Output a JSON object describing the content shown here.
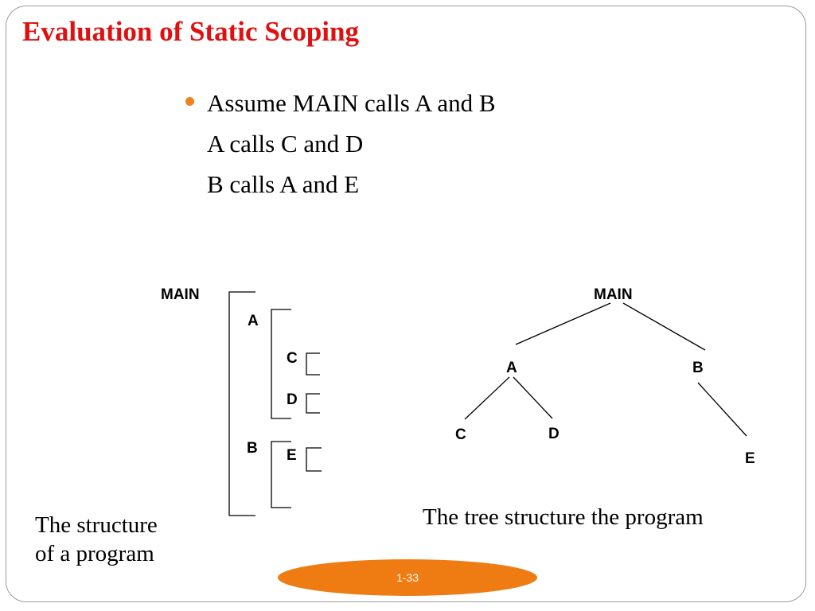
{
  "slide": {
    "title": "Evaluation of Static Scoping",
    "bullet": {
      "lines": [
        "Assume MAIN calls A and B",
        "A calls C and D",
        "B calls A and E"
      ]
    },
    "structure_diagram": {
      "labels": {
        "main": "MAIN",
        "a": "A",
        "c": "C",
        "d": "D",
        "b": "B",
        "e": "E"
      },
      "caption": [
        "The structure",
        "of a program"
      ]
    },
    "tree_diagram": {
      "labels": {
        "main": "MAIN",
        "a": "A",
        "b": "B",
        "c": "C",
        "d": "D",
        "e": "E"
      },
      "edges": [
        [
          "MAIN",
          "A"
        ],
        [
          "MAIN",
          "B"
        ],
        [
          "A",
          "C"
        ],
        [
          "A",
          "D"
        ],
        [
          "B",
          "E"
        ]
      ],
      "caption": "The tree structure the program"
    },
    "page_number": "1-33",
    "colors": {
      "title": "#e01010",
      "bullet": "#f08020",
      "page_oval": "#ee7c12"
    }
  }
}
